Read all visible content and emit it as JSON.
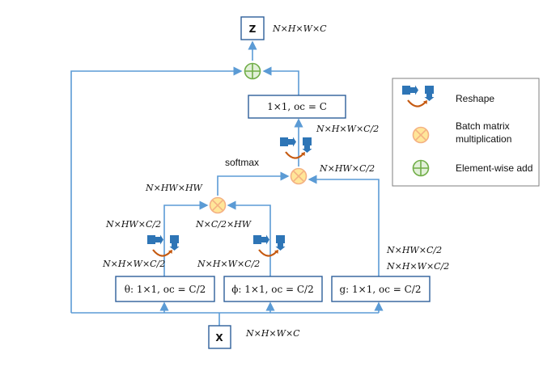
{
  "nodes": {
    "z": "Z",
    "x": "X",
    "out_conv": "1×1, oc = C",
    "theta_conv": "θ: 1×1, oc = C/2",
    "phi_conv": "ϕ: 1×1, oc = C/2",
    "g_conv": "g: 1×1, oc = C/2"
  },
  "labels": {
    "z_dim": "N×H×W×C",
    "x_dim": "N×H×W×C",
    "out_reshape_dim": "N×H×W×C/2",
    "top_mult_dim": "N×HW×C/2",
    "softmax": "softmax",
    "attn_dim": "N×HW×HW",
    "theta_reshaped_dim": "N×HW×C/2",
    "theta_dim": "N×H×W×C/2",
    "phi_reshaped_dim": "N×C/2×HW",
    "phi_dim": "N×H×W×C/2",
    "g_reshaped_dim": "N×HW×C/2",
    "g_dim": "N×H×W×C/2"
  },
  "legend": {
    "reshape": "Reshape",
    "batch_matrix_line1": "Batch matrix",
    "batch_matrix_line2": "multiplication",
    "elementwise_add": "Element-wise add"
  },
  "colors": {
    "line": "#5b9bd5",
    "box_border": "#2e5f9a",
    "reshape_blue": "#2e75b6",
    "reshape_arrow": "#c55a11",
    "mult_fill": "#ffe699",
    "mult_stroke": "#f4b183",
    "add_fill": "#e2f0d9",
    "add_stroke": "#70ad47"
  }
}
